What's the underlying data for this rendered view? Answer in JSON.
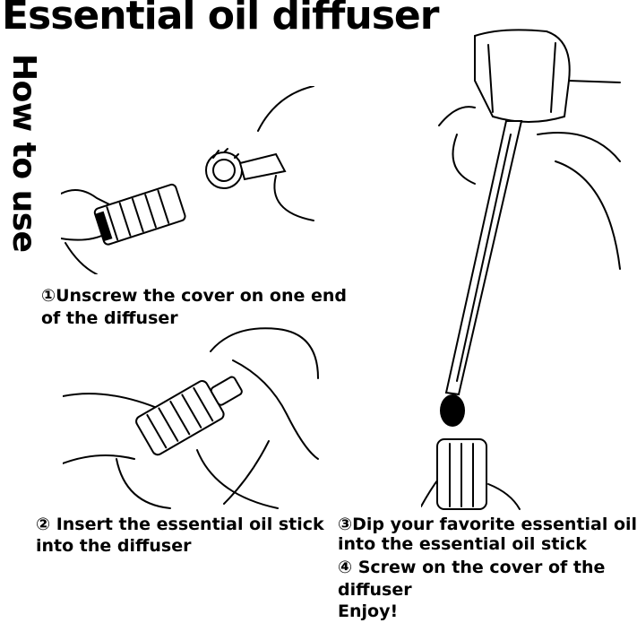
{
  "title": "Essential oil diffuser",
  "side_title": "How to use",
  "steps": {
    "s1_line1": "①Unscrew the cover on one end",
    "s1_line2": "of the diffuser",
    "s2_line1": "② Insert the essential oil stick",
    "s2_line2": "into the diffuser",
    "s3_line1": "③Dip your favorite essential oil",
    "s3_line2": "into the essential oil stick",
    "s4_line1": "④ Screw on the cover of the",
    "s4_line2": "diffuser",
    "enjoy": "Enjoy!"
  }
}
